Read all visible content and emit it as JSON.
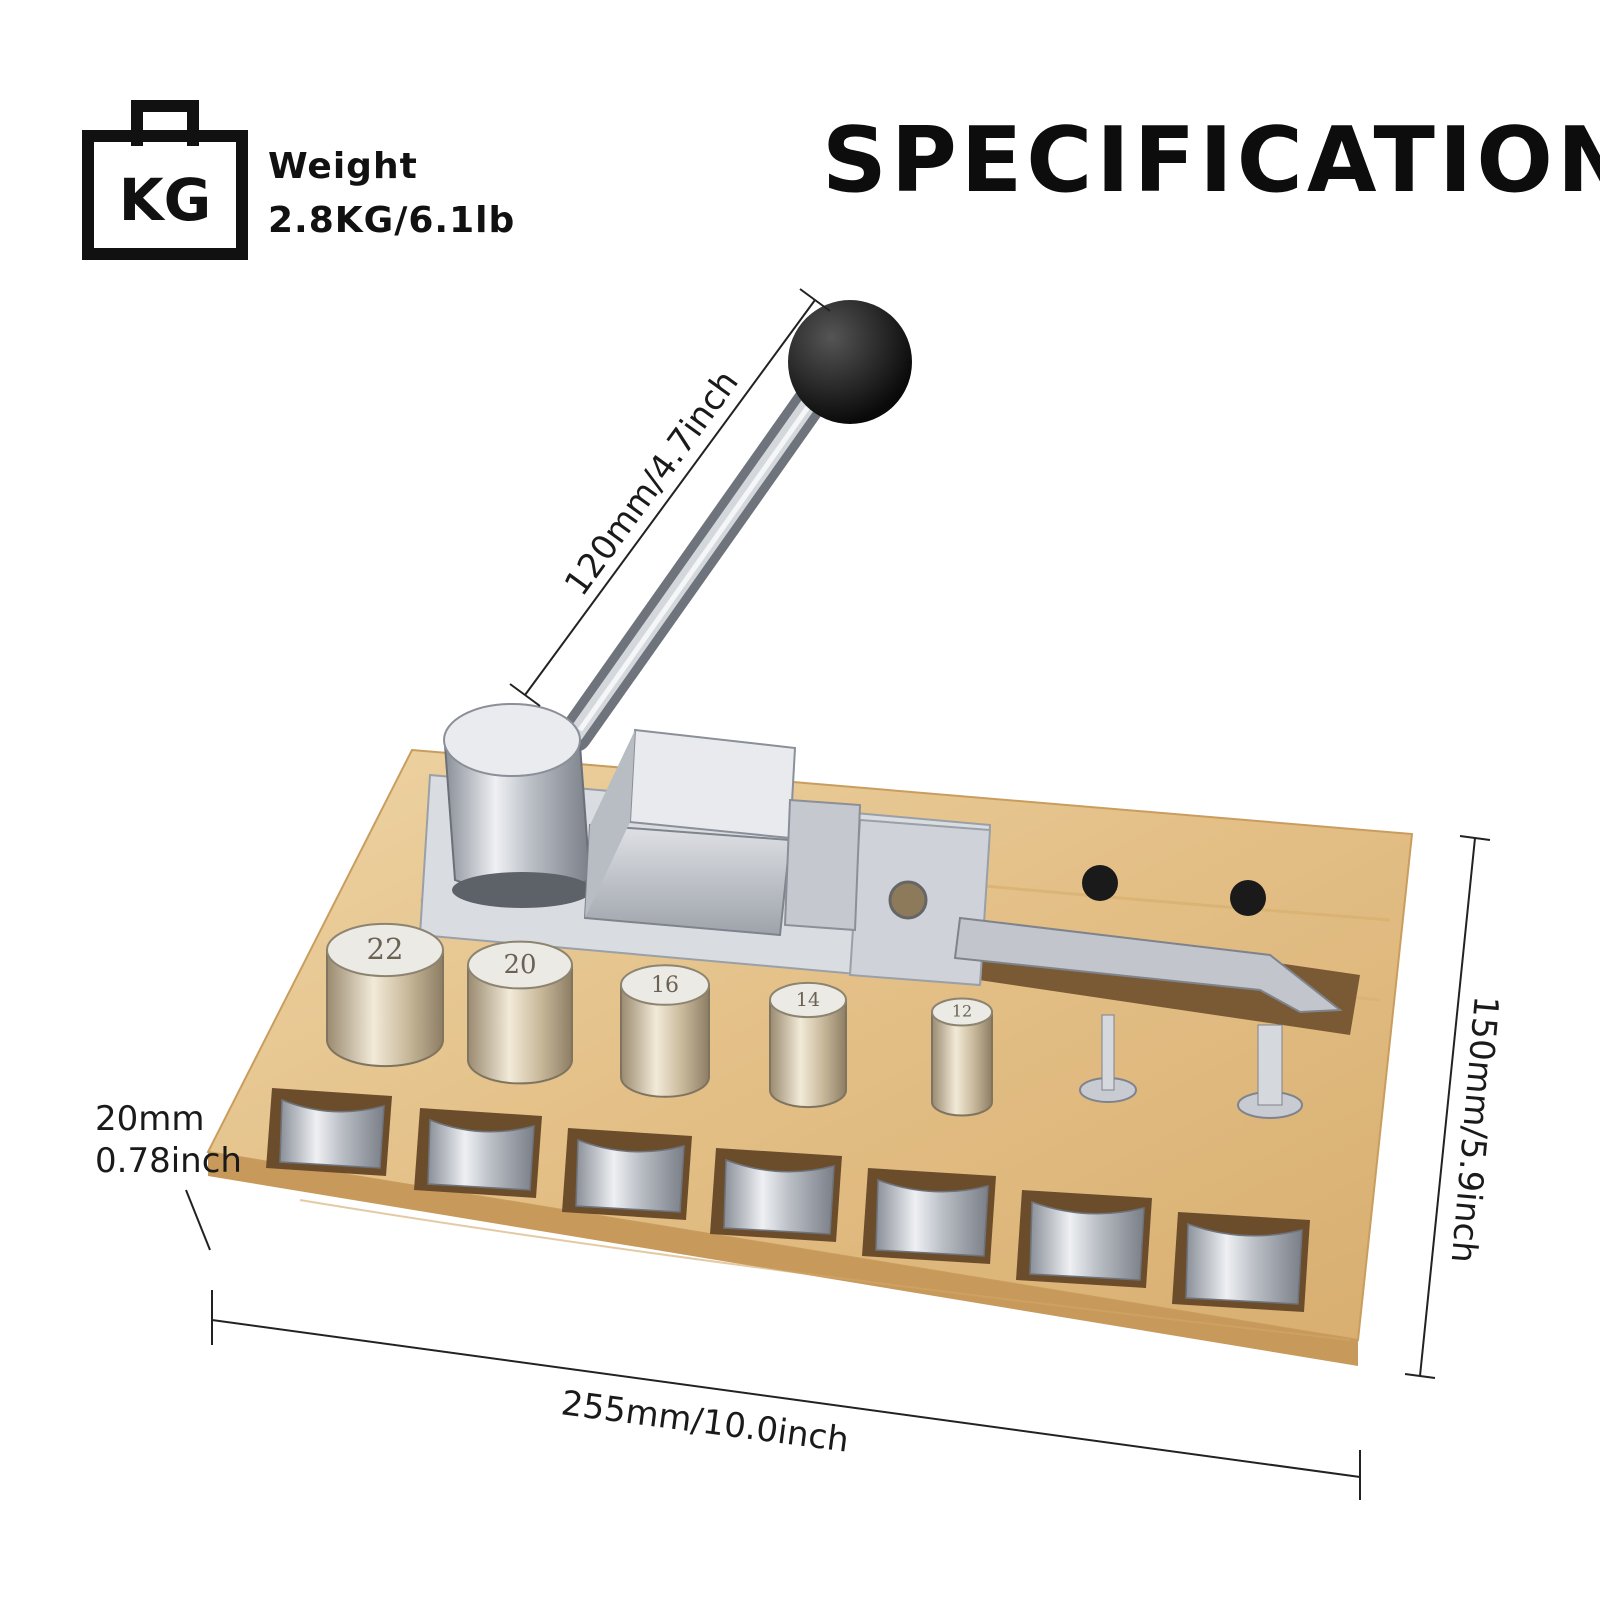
{
  "header": {
    "weight_icon_text": "KG",
    "weight_label": "Weight",
    "weight_value": "2.8KG/6.1lb",
    "title": "SPECIFICATIONS"
  },
  "dimensions": {
    "handle": "120mm/4.7inch",
    "thickness_mm": "20mm",
    "thickness_inch": "0.78inch",
    "depth": "150mm/5.9inch",
    "width": "255mm/10.0inch"
  },
  "mandrels": {
    "labels": [
      "22",
      "20",
      "16",
      "14",
      "12"
    ]
  },
  "colors": {
    "wood": "#e6c48d",
    "wood_dark": "#c99d5e",
    "steel": "#c9ccd2",
    "steel_dark": "#7e838c",
    "knob": "#111111",
    "text": "#111111"
  }
}
